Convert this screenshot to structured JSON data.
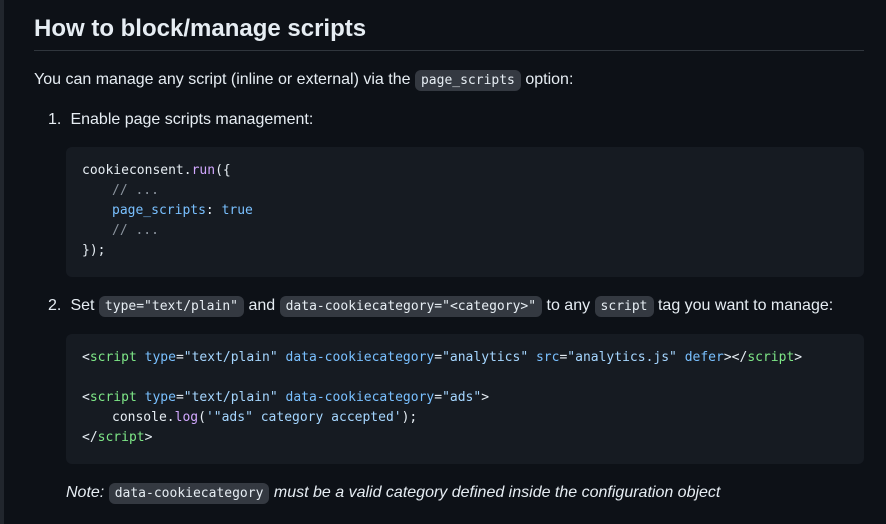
{
  "heading": "How to block/manage scripts",
  "intro": {
    "before": "You can manage any script (inline or external) via the",
    "code": "page_scripts",
    "after": "option:"
  },
  "steps": [
    {
      "number": "1.",
      "text": "Enable page scripts management:"
    },
    {
      "number": "2.",
      "text_a": "Set",
      "code_a": "type=\"text/plain\"",
      "text_b": "and",
      "code_b": "data-cookiecategory=\"<category>\"",
      "text_c": "to any",
      "code_c": "script",
      "text_d": "tag you want to manage:"
    }
  ],
  "code1": {
    "l1_obj": "cookieconsent.",
    "l1_fn": "run",
    "l1_end": "({",
    "l2": "// ...",
    "l3_key": "page_scripts",
    "l3_colon": ": ",
    "l3_val": "true",
    "l4": "// ...",
    "l5": "});"
  },
  "code2": {
    "lt": "<",
    "tag": "script",
    "sp": " ",
    "attr_type": "type",
    "eq": "=",
    "val_type": "\"text/plain\"",
    "attr_cat": "data-cookiecategory",
    "val_analytics": "\"analytics\"",
    "attr_src": "src",
    "val_src": "\"analytics.js\"",
    "attr_defer": "defer",
    "gt": ">",
    "close_open": "</",
    "val_ads": "\"ads\"",
    "console_obj": "console.",
    "console_fn": "log",
    "console_args_open": "(",
    "console_str": "'\"ads\" category accepted'",
    "console_args_close": ");"
  },
  "note": {
    "label": "Note:",
    "code": "data-cookiecategory",
    "text": "must be a valid category defined inside the configuration object"
  },
  "colors": {
    "background": "#0d1117",
    "code_block": "#161b22",
    "inline_code": "#343941",
    "text": "#e6edf3",
    "comment": "#8b949e",
    "function": "#d2a8ff",
    "keyword": "#79c0ff",
    "tag": "#7ee787",
    "string": "#a5d6ff"
  }
}
